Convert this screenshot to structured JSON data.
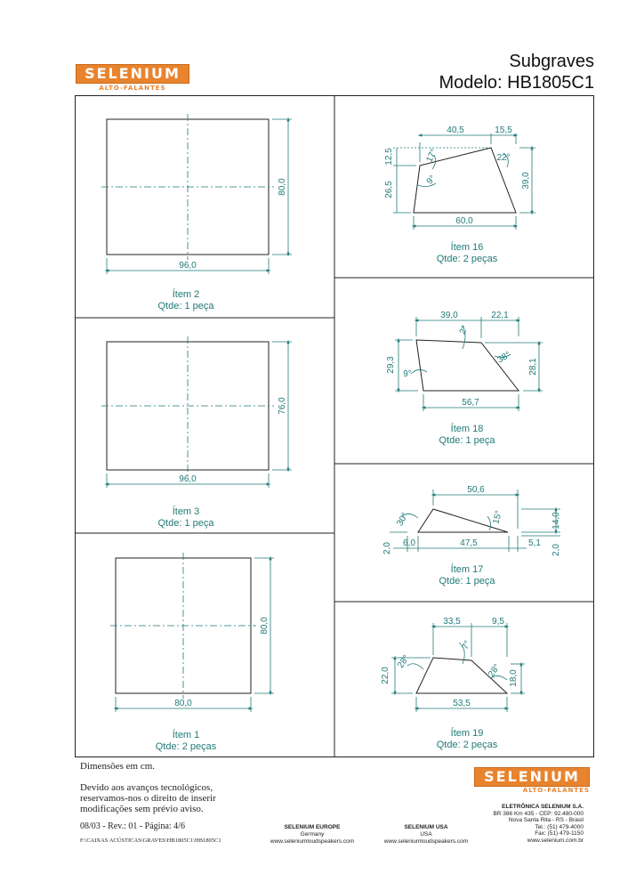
{
  "header": {
    "logo_text": "SELENIUM",
    "logo_subtext": "ALTO-FALANTES",
    "title": "Subgraves",
    "model": "Modelo: HB1805C1"
  },
  "parts": {
    "item2": {
      "name": "Ítem 2",
      "qty": "Qtde: 1 peça",
      "width": "96,0",
      "height": "80,0"
    },
    "item3": {
      "name": "Ítem 3",
      "qty": "Qtde: 1 peça",
      "width": "96,0",
      "height": "76,0"
    },
    "item1": {
      "name": "Ítem 1",
      "qty": "Qtde: 2 peças",
      "width": "80,0",
      "height": "80,0"
    },
    "item16": {
      "name": "Ítem 16",
      "qty": "Qtde: 2 peças",
      "dims": {
        "top_left": "40,5",
        "top_right": "15,5",
        "bottom": "60,0",
        "left_upper": "12,5",
        "left_lower": "26,5",
        "right": "39,0",
        "angle_a": "17°",
        "angle_b": "22°",
        "angle_c": "9°"
      }
    },
    "item18": {
      "name": "Ítem 18",
      "qty": "Qtde: 1 peça",
      "dims": {
        "top_left": "39,0",
        "top_right": "22,1",
        "bottom": "56,7",
        "left": "29,3",
        "right": "28,1",
        "angle_a": "2°",
        "angle_b": "38°",
        "angle_c": "9°"
      }
    },
    "item17": {
      "name": "Ítem 17",
      "qty": "Qtde: 1 peça",
      "dims": {
        "top": "50,6",
        "left_h": "2,0",
        "seg_a": "6,0",
        "seg_b": "47,5",
        "seg_c": "5,1",
        "right_h": "14,0",
        "right_h2": "2,0",
        "angle_a": "30°",
        "angle_b": "15°"
      }
    },
    "item19": {
      "name": "Ítem 19",
      "qty": "Qtde: 2 peças",
      "dims": {
        "top_left": "33,5",
        "top_right": "9,5",
        "bottom": "53,5",
        "left": "22,0",
        "right": "18,0",
        "angle_a": "7°",
        "angle_b": "28°",
        "angle_c": "28°"
      }
    }
  },
  "footer": {
    "dims_note": "Dimensões em cm.",
    "notice_1": "Devido aos avanços tecnológicos,",
    "notice_2": "reservamos-nos o direito de inserir",
    "notice_3": "modificações sem prévio aviso.",
    "revision": "08/03 - Rev.: 01 - Página: 4/6",
    "path": "F:\\CAIXAS ACÚSTICAS\\GRAVES\\HB1805C1\\HB1805C1",
    "europe_title": "SELENIUM EUROPE",
    "europe_country": "Germany",
    "europe_site": "www.seleniumloudspeakers.com",
    "usa_title": "SELENIUM USA",
    "usa_country": "USA",
    "usa_site": "www.seleniumloudspeakers.com",
    "company": "ELETRÔNICA SELENIUM S.A.",
    "addr1": "BR 386 Km 435 - CEP: 92.480-000",
    "addr2": "Nova Santa Rita - RS - Brasil",
    "tel": "Tel.: (51) 479-4000",
    "fax": "Fax: (51) 479-1150",
    "site": "www.selenium.com.br"
  },
  "colors": {
    "accent": "#e8832e",
    "dimension": "#1f7a78",
    "line": "#222222"
  }
}
